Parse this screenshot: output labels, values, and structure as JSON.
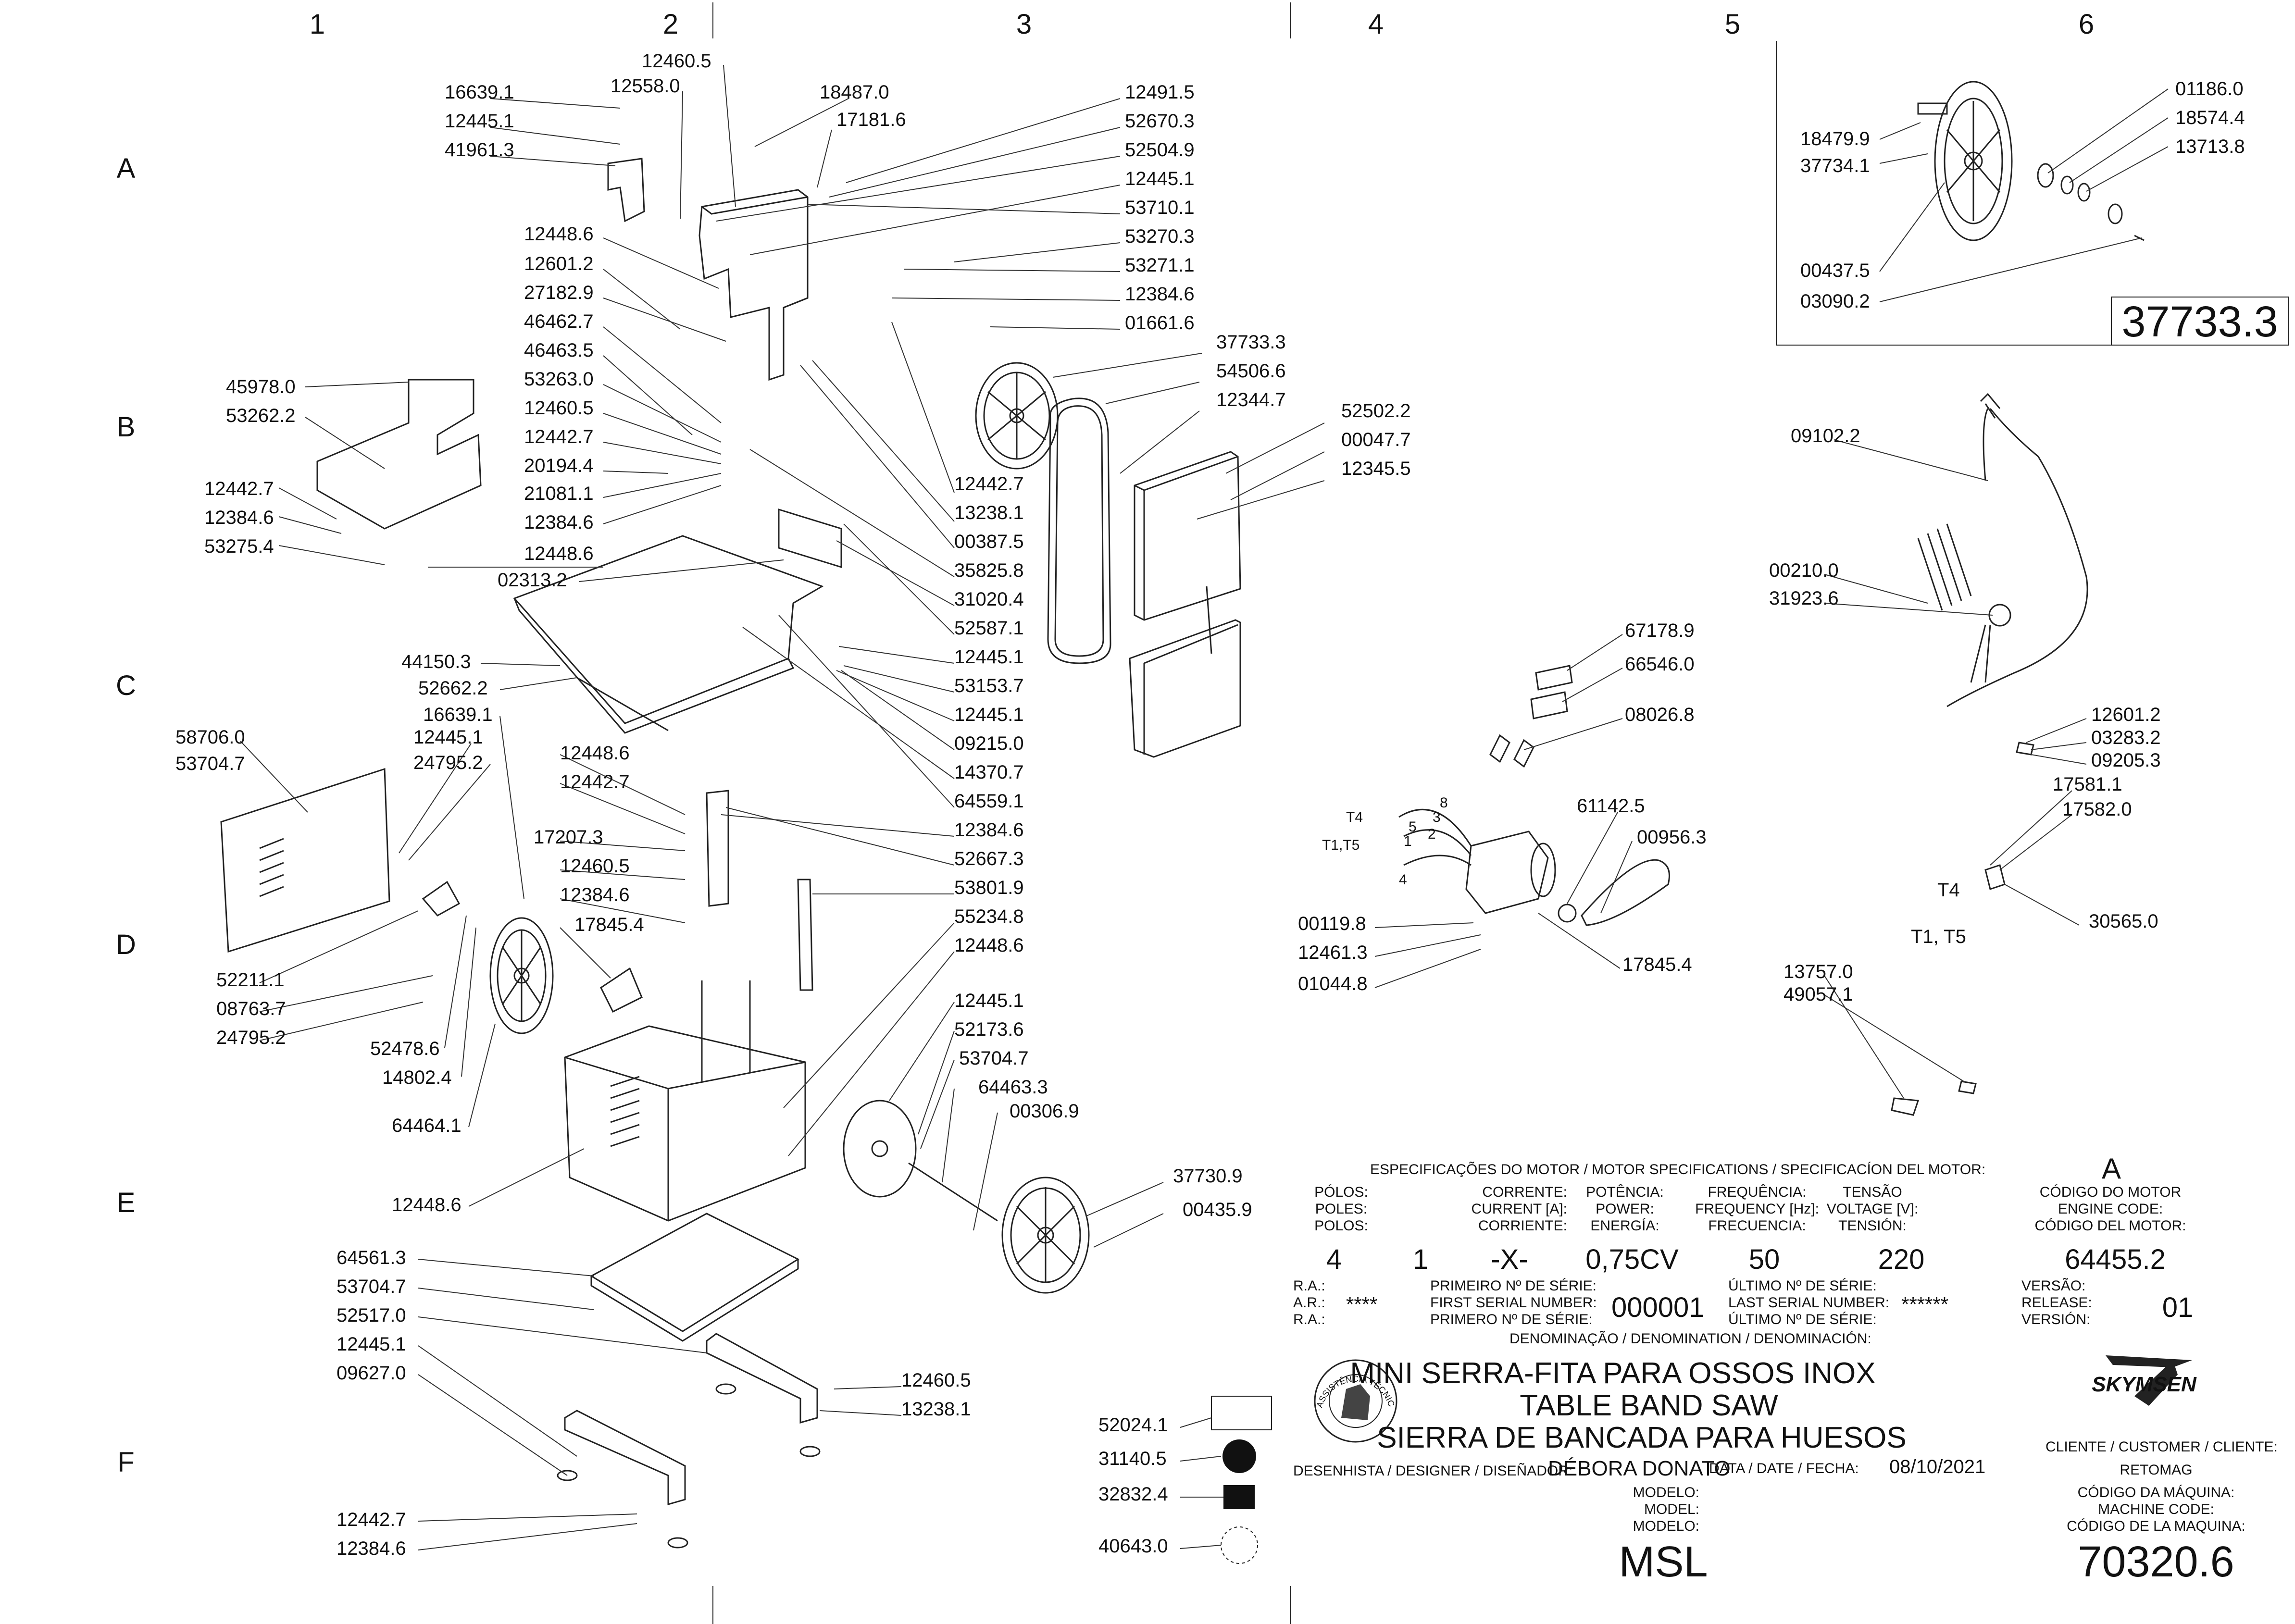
{
  "grid": {
    "columns": [
      "1",
      "2",
      "3",
      "4",
      "5",
      "6"
    ],
    "rows": [
      "A",
      "B",
      "C",
      "D",
      "E",
      "F"
    ]
  },
  "detail_box": {
    "number": "37733.3",
    "labels": [
      "18479.9",
      "37734.1",
      "00437.5",
      "03090.2",
      "01186.0",
      "18574.4",
      "13713.8"
    ]
  },
  "labels_left": [
    "16639.1",
    "12445.1",
    "41961.3",
    "12460.5",
    "12558.0",
    "12448.6",
    "12601.2",
    "27182.9",
    "46462.7",
    "46463.5",
    "53263.0",
    "12460.5",
    "12442.7",
    "20194.4",
    "21081.1",
    "12384.6",
    "12448.6",
    "02313.2",
    "45978.0",
    "53262.2",
    "12442.7",
    "12384.6",
    "53275.4",
    "44150.3",
    "52662.2",
    "16639.1",
    "12445.1",
    "24795.2",
    "58706.0",
    "53704.7",
    "12448.6",
    "12442.7",
    "17207.3",
    "12460.5",
    "12384.6",
    "17845.4",
    "52211.1",
    "08763.7",
    "24795.2",
    "52478.6",
    "14802.4",
    "64464.1",
    "12448.6",
    "64561.3",
    "53704.7",
    "52517.0",
    "12445.1",
    "09627.0",
    "12442.7",
    "12384.6"
  ],
  "labels_right": [
    "18487.0",
    "17181.6",
    "12491.5",
    "52670.3",
    "52504.9",
    "12445.1",
    "53710.1",
    "53270.3",
    "53271.1",
    "12384.6",
    "01661.6",
    "37733.3",
    "54506.6",
    "12344.7",
    "52502.2",
    "00047.7",
    "12345.5",
    "12442.7",
    "13238.1",
    "00387.5",
    "35825.8",
    "31020.4",
    "52587.1",
    "12445.1",
    "53153.7",
    "12445.1",
    "09215.0",
    "14370.7",
    "64559.1",
    "12384.6",
    "52667.3",
    "53801.9",
    "55234.8",
    "12448.6",
    "12445.1",
    "52173.6",
    "53704.7",
    "64463.3",
    "00306.9",
    "37730.9",
    "00435.9",
    "12460.5",
    "13238.1"
  ],
  "labels_motor": [
    "67178.9",
    "66546.0",
    "08026.8",
    "61142.5",
    "00956.3",
    "00119.8",
    "12461.3",
    "01044.8",
    "17845.4"
  ],
  "motor_terminals": [
    "T4",
    "T1,T5",
    "8",
    "3",
    "2",
    "5",
    "1",
    "4"
  ],
  "labels_elec": [
    "09102.2",
    "00210.0",
    "31923.6",
    "12601.2",
    "03283.2",
    "09205.3",
    "17581.1",
    "17582.0",
    "30565.0",
    "13757.0",
    "49057.1"
  ],
  "elec_terminals": [
    "T4",
    "T1, T5"
  ],
  "accessories": [
    "52024.1",
    "31140.5",
    "32832.4",
    "40643.0"
  ],
  "spec": {
    "heading": "ESPECIFICAÇÕES DO MOTOR / MOTOR SPECIFICATIONS / SPECIFICACÍON DEL MOTOR:",
    "motor_letter": "A",
    "poles_label": [
      "PÓLOS:",
      "POLES:",
      "POLOS:"
    ],
    "current_label": [
      "CORRENTE:",
      "CURRENT [A]:",
      "CORRIENTE:"
    ],
    "power_label": [
      "POTÊNCIA:",
      "POWER:",
      "ENERGÍA:"
    ],
    "freq_label": [
      "FREQUÊNCIA:",
      "FREQUENCY [Hz]:",
      "FRECUENCIA:"
    ],
    "voltage_label": [
      "TENSÃO",
      "VOLTAGE [V]:",
      "TENSIÓN:"
    ],
    "engine_code_label": [
      "CÓDIGO DO MOTOR",
      "ENGINE CODE:",
      "CÓDIGO DEL MOTOR:"
    ],
    "poles": "4",
    "phase": "1",
    "current": "-X-",
    "power": "0,75CV",
    "frequency": "50",
    "voltage": "220",
    "engine_code": "64455.2",
    "ra_label": [
      "R.A.:",
      "A.R.:",
      "R.A.:"
    ],
    "ra_value": "****",
    "first_serial_label": [
      "PRIMEIRO Nº DE SÉRIE:",
      "FIRST SERIAL NUMBER:",
      "PRIMERO Nº DE SÉRIE:"
    ],
    "first_serial": "000001",
    "last_serial_label": [
      "ÚLTIMO Nº DE SÉRIE:",
      "LAST SERIAL NUMBER:",
      "ÚLTIMO Nº DE SÉRIE:"
    ],
    "last_serial": "******",
    "version_label": [
      "VERSÃO:",
      "RELEASE:",
      "VERSIÓN:"
    ],
    "version": "01",
    "denomination_label": "DENOMINAÇÃO / DENOMINATION / DENOMINACIÓN:",
    "names": [
      "MINI SERRA-FITA PARA OSSOS INOX",
      "TABLE BAND SAW",
      "SIERRA DE BANCADA PARA HUESOS"
    ],
    "designer_label": "DESENHISTA / DESIGNER / DISEÑADOR:",
    "designer": "DÉBORA DONATO",
    "date_label": "DATA / DATE / FECHA:",
    "date": "08/10/2021",
    "client_label": "CLIENTE / CUSTOMER / CLIENTE:",
    "client": "RETOMAG",
    "model_label": [
      "MODELO:",
      "MODEL:",
      "MODELO:"
    ],
    "model": "MSL",
    "machine_code_label": [
      "CÓDIGO DA MÁQUINA:",
      "MACHINE CODE:",
      "CÓDIGO DE LA MAQUINA:"
    ],
    "machine_code": "70320.6",
    "brand": "SKYMSEN",
    "seal_text": "ASSISTÊNCIA TÉCNICA AUTORIZADA"
  }
}
